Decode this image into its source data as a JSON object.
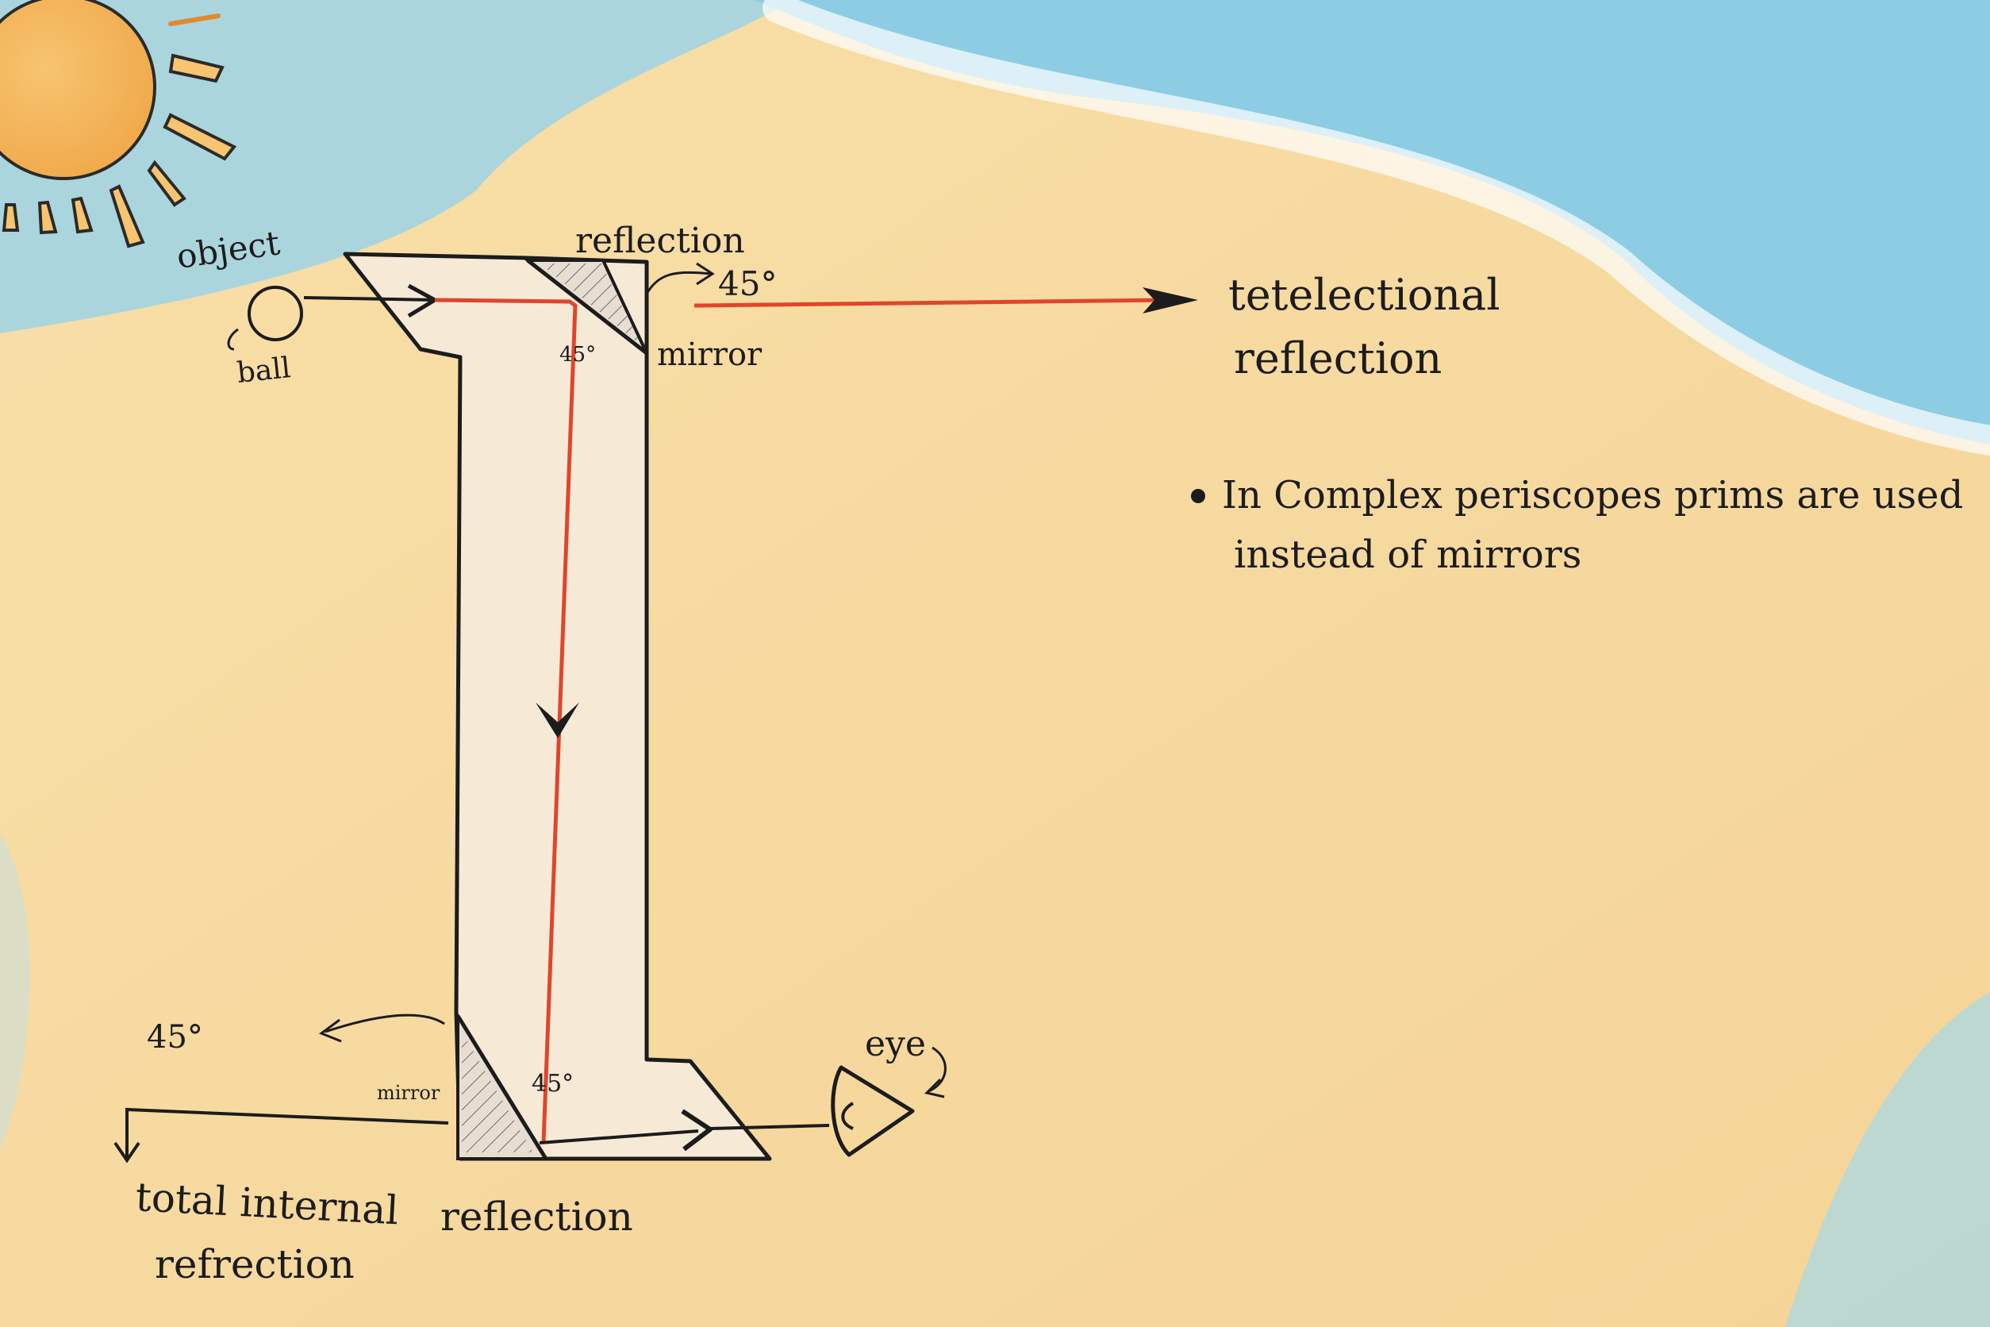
{
  "labels": {
    "object": "object",
    "ball": "ball",
    "reflection_top": "reflection",
    "angle_top_outer": "45°",
    "angle_top_inner": "45°",
    "mirror_top": "mirror",
    "output_line1": "tetelectional",
    "output_line2": "reflection",
    "note_line1": "In Complex periscopes prims are used",
    "note_line2": "instead of mirrors",
    "angle_bottom_outer": "45°",
    "mirror_bottom": "mirror",
    "angle_bottom_inner": "45°",
    "eye": "eye",
    "tir_line1": "total internal",
    "tir_line2": "refrection",
    "reflection_bottom": "reflection"
  },
  "colors": {
    "ray": "#e0452c",
    "ink": "#1c1c1c",
    "sand": "#f7dca6",
    "sea": "#8fd0e6",
    "sun": "#f4b25a",
    "tube": "#f6ead7"
  },
  "icons": {
    "sun": "sun-icon",
    "ball": "ball-icon",
    "eye": "eye-icon",
    "bullet": "bullet-icon"
  }
}
